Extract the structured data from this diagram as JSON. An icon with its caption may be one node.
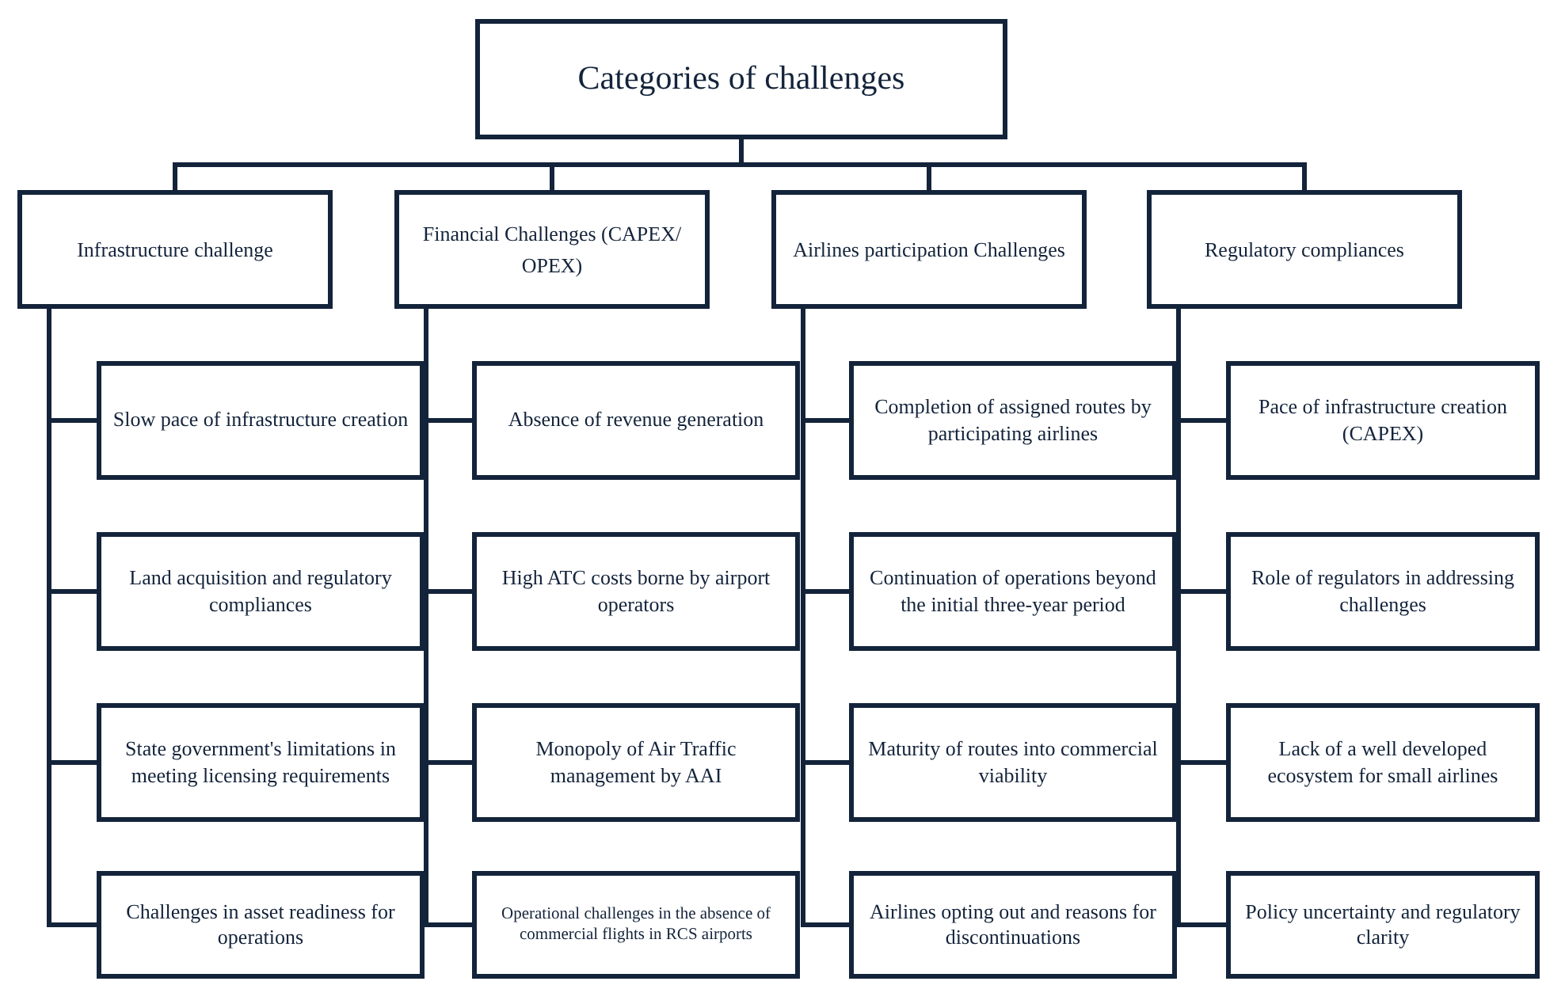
{
  "diagram": {
    "nodes": [
      {
        "text": [
          "Categories of challenges"
        ]
      },
      {
        "text": [
          "Infrastructure challenge"
        ]
      },
      {
        "text": [
          "Financial Challenges (CAPEX/ OPEX)"
        ]
      },
      {
        "text": [
          "Airlines participation Challenges"
        ]
      },
      {
        "text": [
          "Regulatory compliances"
        ]
      },
      {
        "text": [
          "Slow pace of infrastructure creation"
        ]
      },
      {
        "text": [
          "Land acquisition and regulatory compliances"
        ]
      },
      {
        "text": [
          "State government's limitations in meeting licensing requirements"
        ]
      },
      {
        "text": [
          "Challenges in asset readiness for operations"
        ]
      },
      {
        "text": [
          "Absence of revenue generation"
        ]
      },
      {
        "text": [
          "High ATC costs borne by airport operators"
        ]
      },
      {
        "text": [
          "Monopoly of Air Traffic management by AAI"
        ]
      },
      {
        "text": [
          "Operational challenges in the absence of commercial flights in RCS airports"
        ]
      },
      {
        "text": [
          "Completion of assigned routes by participating airlines"
        ]
      },
      {
        "text": [
          "Continuation of operations beyond the initial three-year period"
        ]
      },
      {
        "text": [
          "Maturity of routes into commercial viability"
        ]
      },
      {
        "text": [
          "Airlines opting out and reasons for discontinuations"
        ]
      },
      {
        "text": [
          "Pace of infrastructure creation (CAPEX)"
        ]
      },
      {
        "text": [
          "Role of regulators in addressing challenges"
        ]
      },
      {
        "text": [
          "Lack of a well developed ecosystem for small airlines"
        ]
      },
      {
        "text": [
          "Policy uncertainty and regulatory clarity"
        ]
      }
    ],
    "edges": [
      {
        "from": 0,
        "to": 1,
        "arrow": "none"
      },
      {
        "from": 0,
        "to": 2,
        "arrow": "none"
      },
      {
        "from": 0,
        "to": 3,
        "arrow": "none"
      },
      {
        "from": 0,
        "to": 4,
        "arrow": "none"
      },
      {
        "from": 1,
        "to": 5,
        "arrow": "none"
      },
      {
        "from": 1,
        "to": 6,
        "arrow": "none"
      },
      {
        "from": 1,
        "to": 7,
        "arrow": "none"
      },
      {
        "from": 1,
        "to": 8,
        "arrow": "none"
      },
      {
        "from": 2,
        "to": 9,
        "arrow": "none"
      },
      {
        "from": 2,
        "to": 10,
        "arrow": "none"
      },
      {
        "from": 2,
        "to": 11,
        "arrow": "none"
      },
      {
        "from": 2,
        "to": 12,
        "arrow": "none"
      },
      {
        "from": 3,
        "to": 13,
        "arrow": "none"
      },
      {
        "from": 3,
        "to": 14,
        "arrow": "none"
      },
      {
        "from": 3,
        "to": 15,
        "arrow": "none"
      },
      {
        "from": 3,
        "to": 16,
        "arrow": "none"
      },
      {
        "from": 4,
        "to": 17,
        "arrow": "none"
      },
      {
        "from": 4,
        "to": 18,
        "arrow": "none"
      },
      {
        "from": 4,
        "to": 19,
        "arrow": "none"
      },
      {
        "from": 4,
        "to": 20,
        "arrow": "none"
      }
    ]
  }
}
